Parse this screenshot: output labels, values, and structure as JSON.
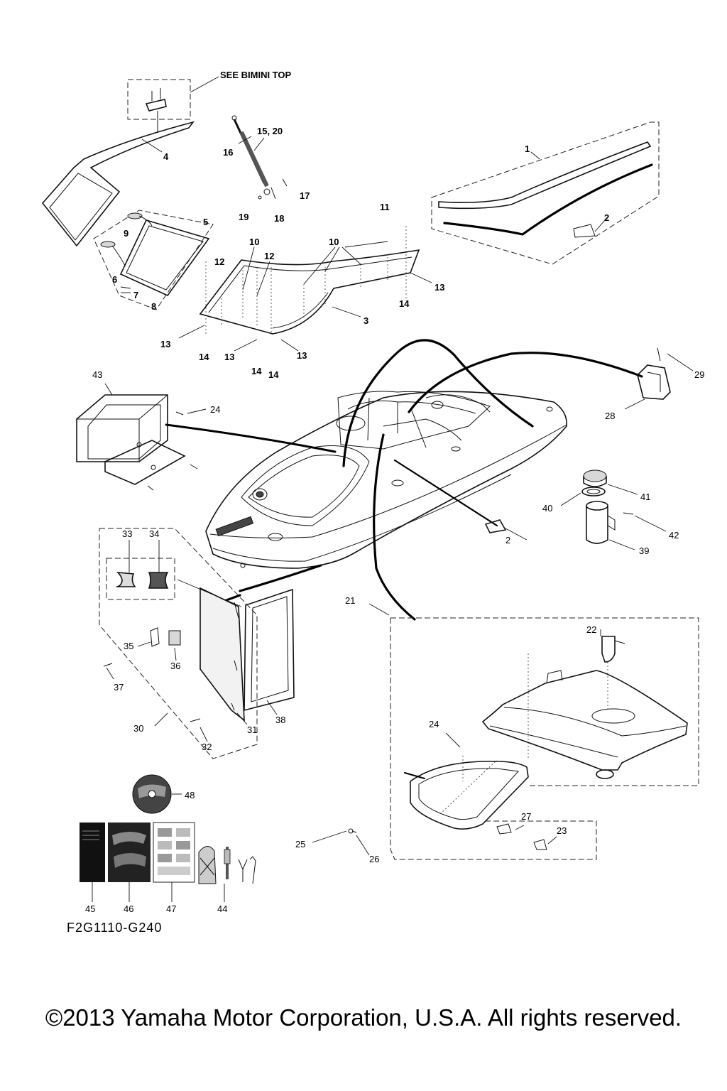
{
  "diagram": {
    "see_note": "SEE BIMINI TOP",
    "part_numbers": [
      "1",
      "2",
      "3",
      "4",
      "5",
      "6",
      "7",
      "8",
      "9",
      "10",
      "11",
      "12",
      "13",
      "14",
      "15, 20",
      "16",
      "17",
      "18",
      "19",
      "21",
      "22",
      "23",
      "24",
      "25",
      "26",
      "27",
      "28",
      "29",
      "30",
      "31",
      "32",
      "33",
      "34",
      "35",
      "36",
      "37",
      "38",
      "39",
      "40",
      "41",
      "42",
      "43",
      "44",
      "45",
      "46",
      "47",
      "48"
    ],
    "catalog_code": "F2G1110-G240",
    "copyright": "©2013 Yamaha Motor Corporation, U.S.A. All rights reserved."
  }
}
